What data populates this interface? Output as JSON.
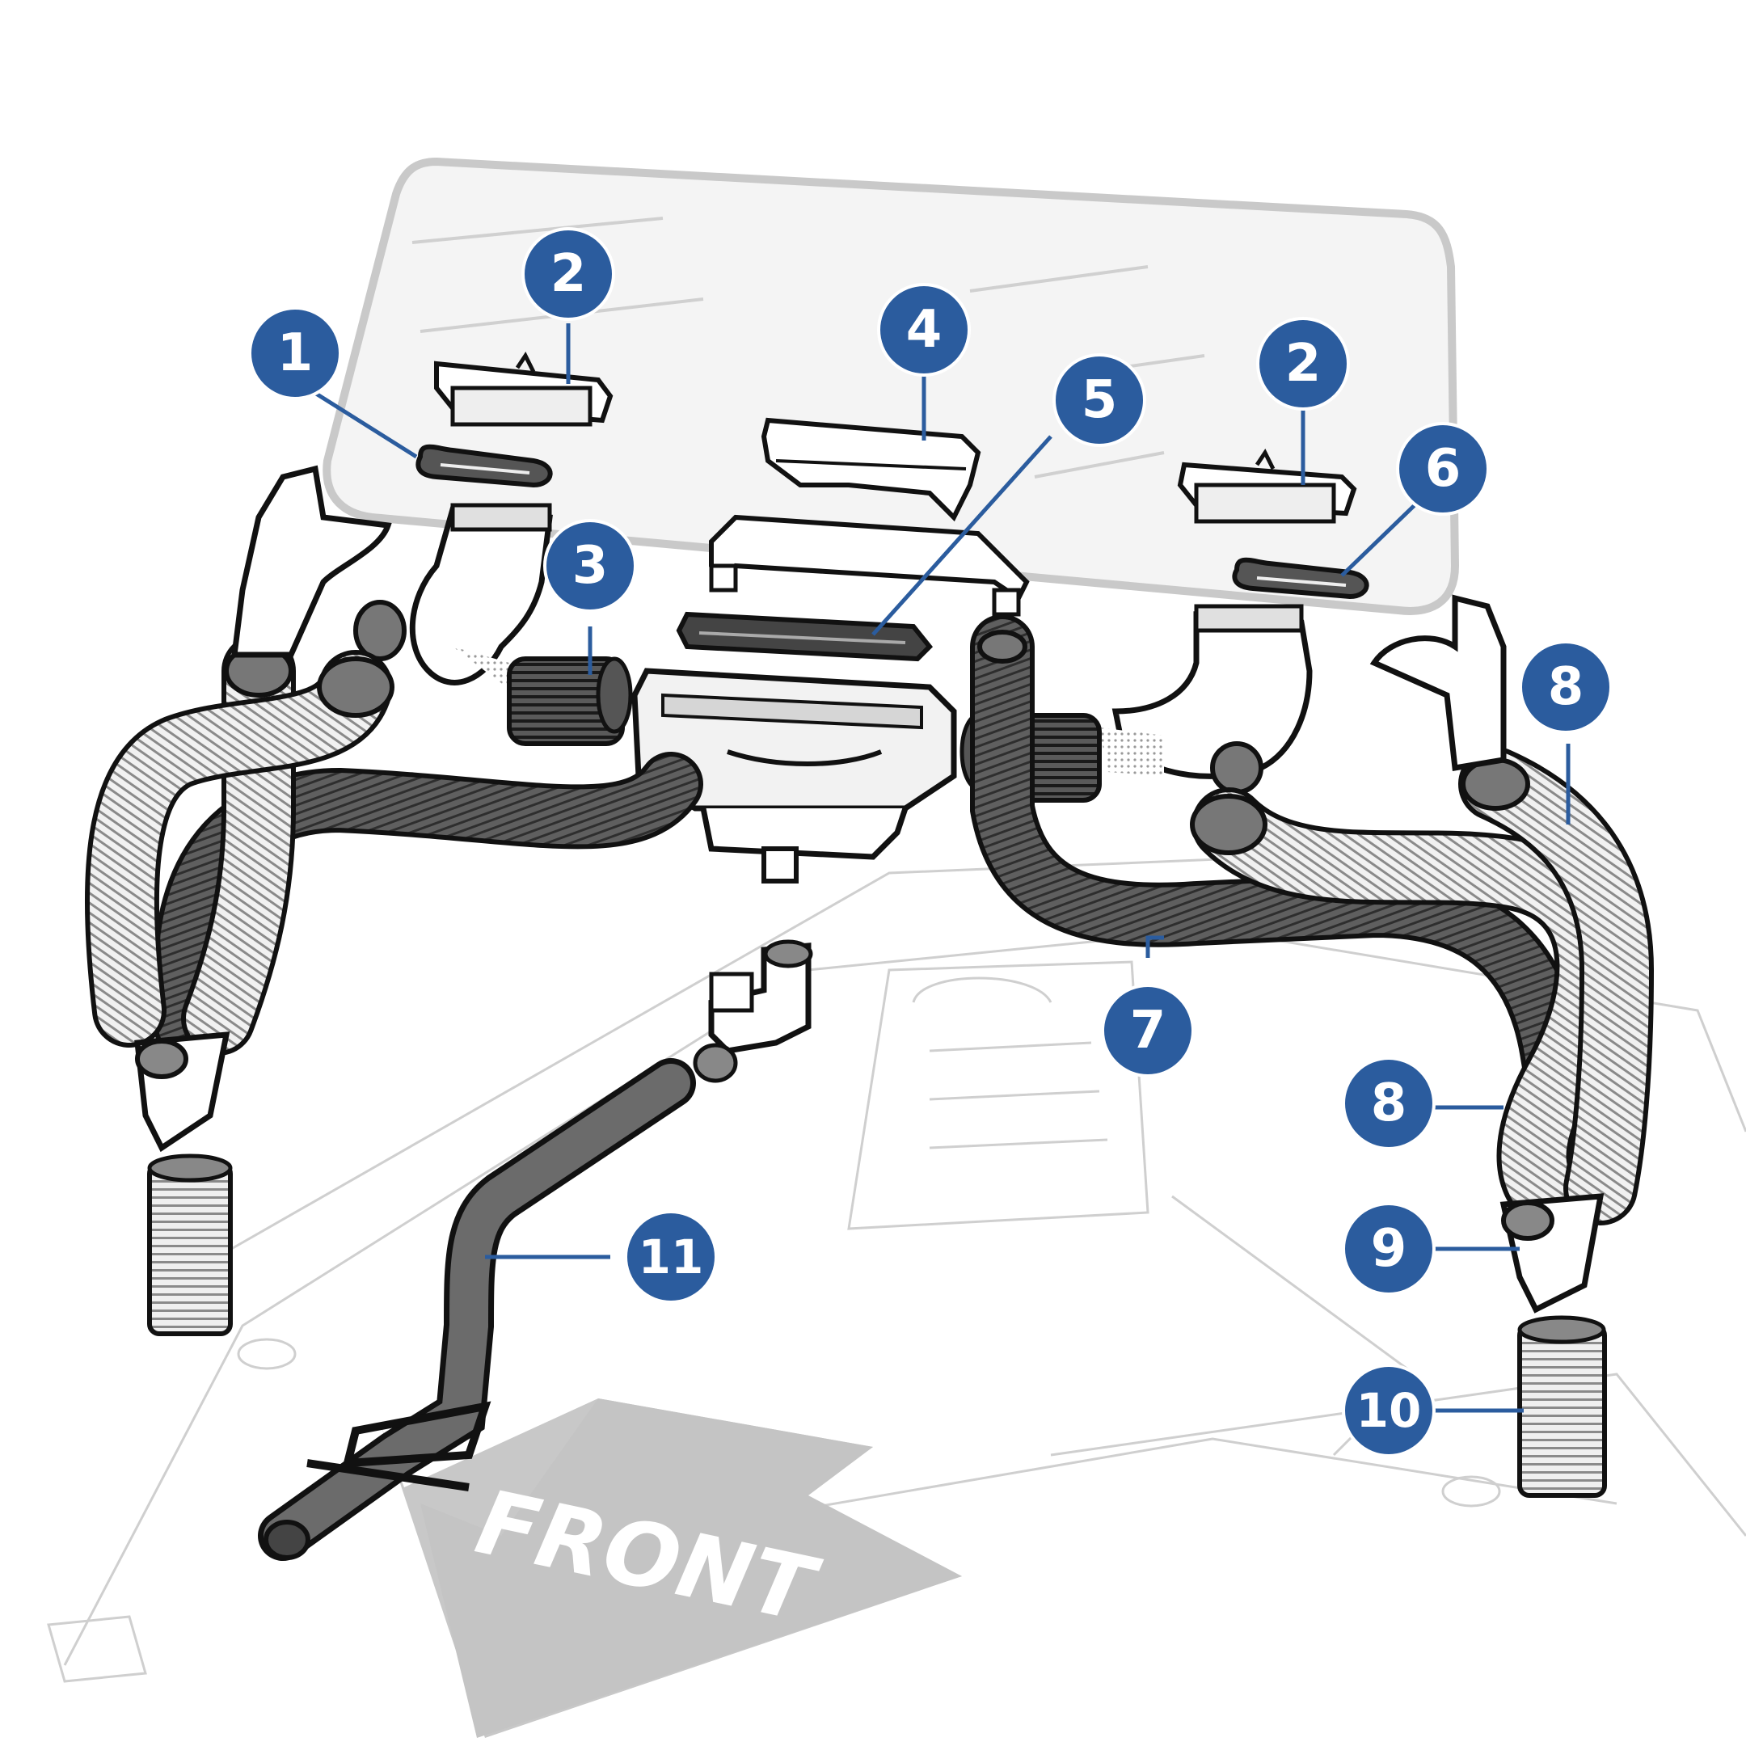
{
  "diagram": {
    "front_label": "FRONT",
    "callout_color": "#2B5C9E",
    "callout_text_color": "#ffffff",
    "leader_color": "#2B5C9E",
    "callouts": [
      {
        "id": "c1",
        "label": "1"
      },
      {
        "id": "c2a",
        "label": "2"
      },
      {
        "id": "c2b",
        "label": "2"
      },
      {
        "id": "c3",
        "label": "3"
      },
      {
        "id": "c4",
        "label": "4"
      },
      {
        "id": "c5",
        "label": "5"
      },
      {
        "id": "c6",
        "label": "6"
      },
      {
        "id": "c7",
        "label": "7"
      },
      {
        "id": "c8a",
        "label": "8"
      },
      {
        "id": "c8b",
        "label": "8"
      },
      {
        "id": "c9",
        "label": "9"
      },
      {
        "id": "c10",
        "label": "10"
      },
      {
        "id": "c11",
        "label": "11"
      }
    ]
  }
}
